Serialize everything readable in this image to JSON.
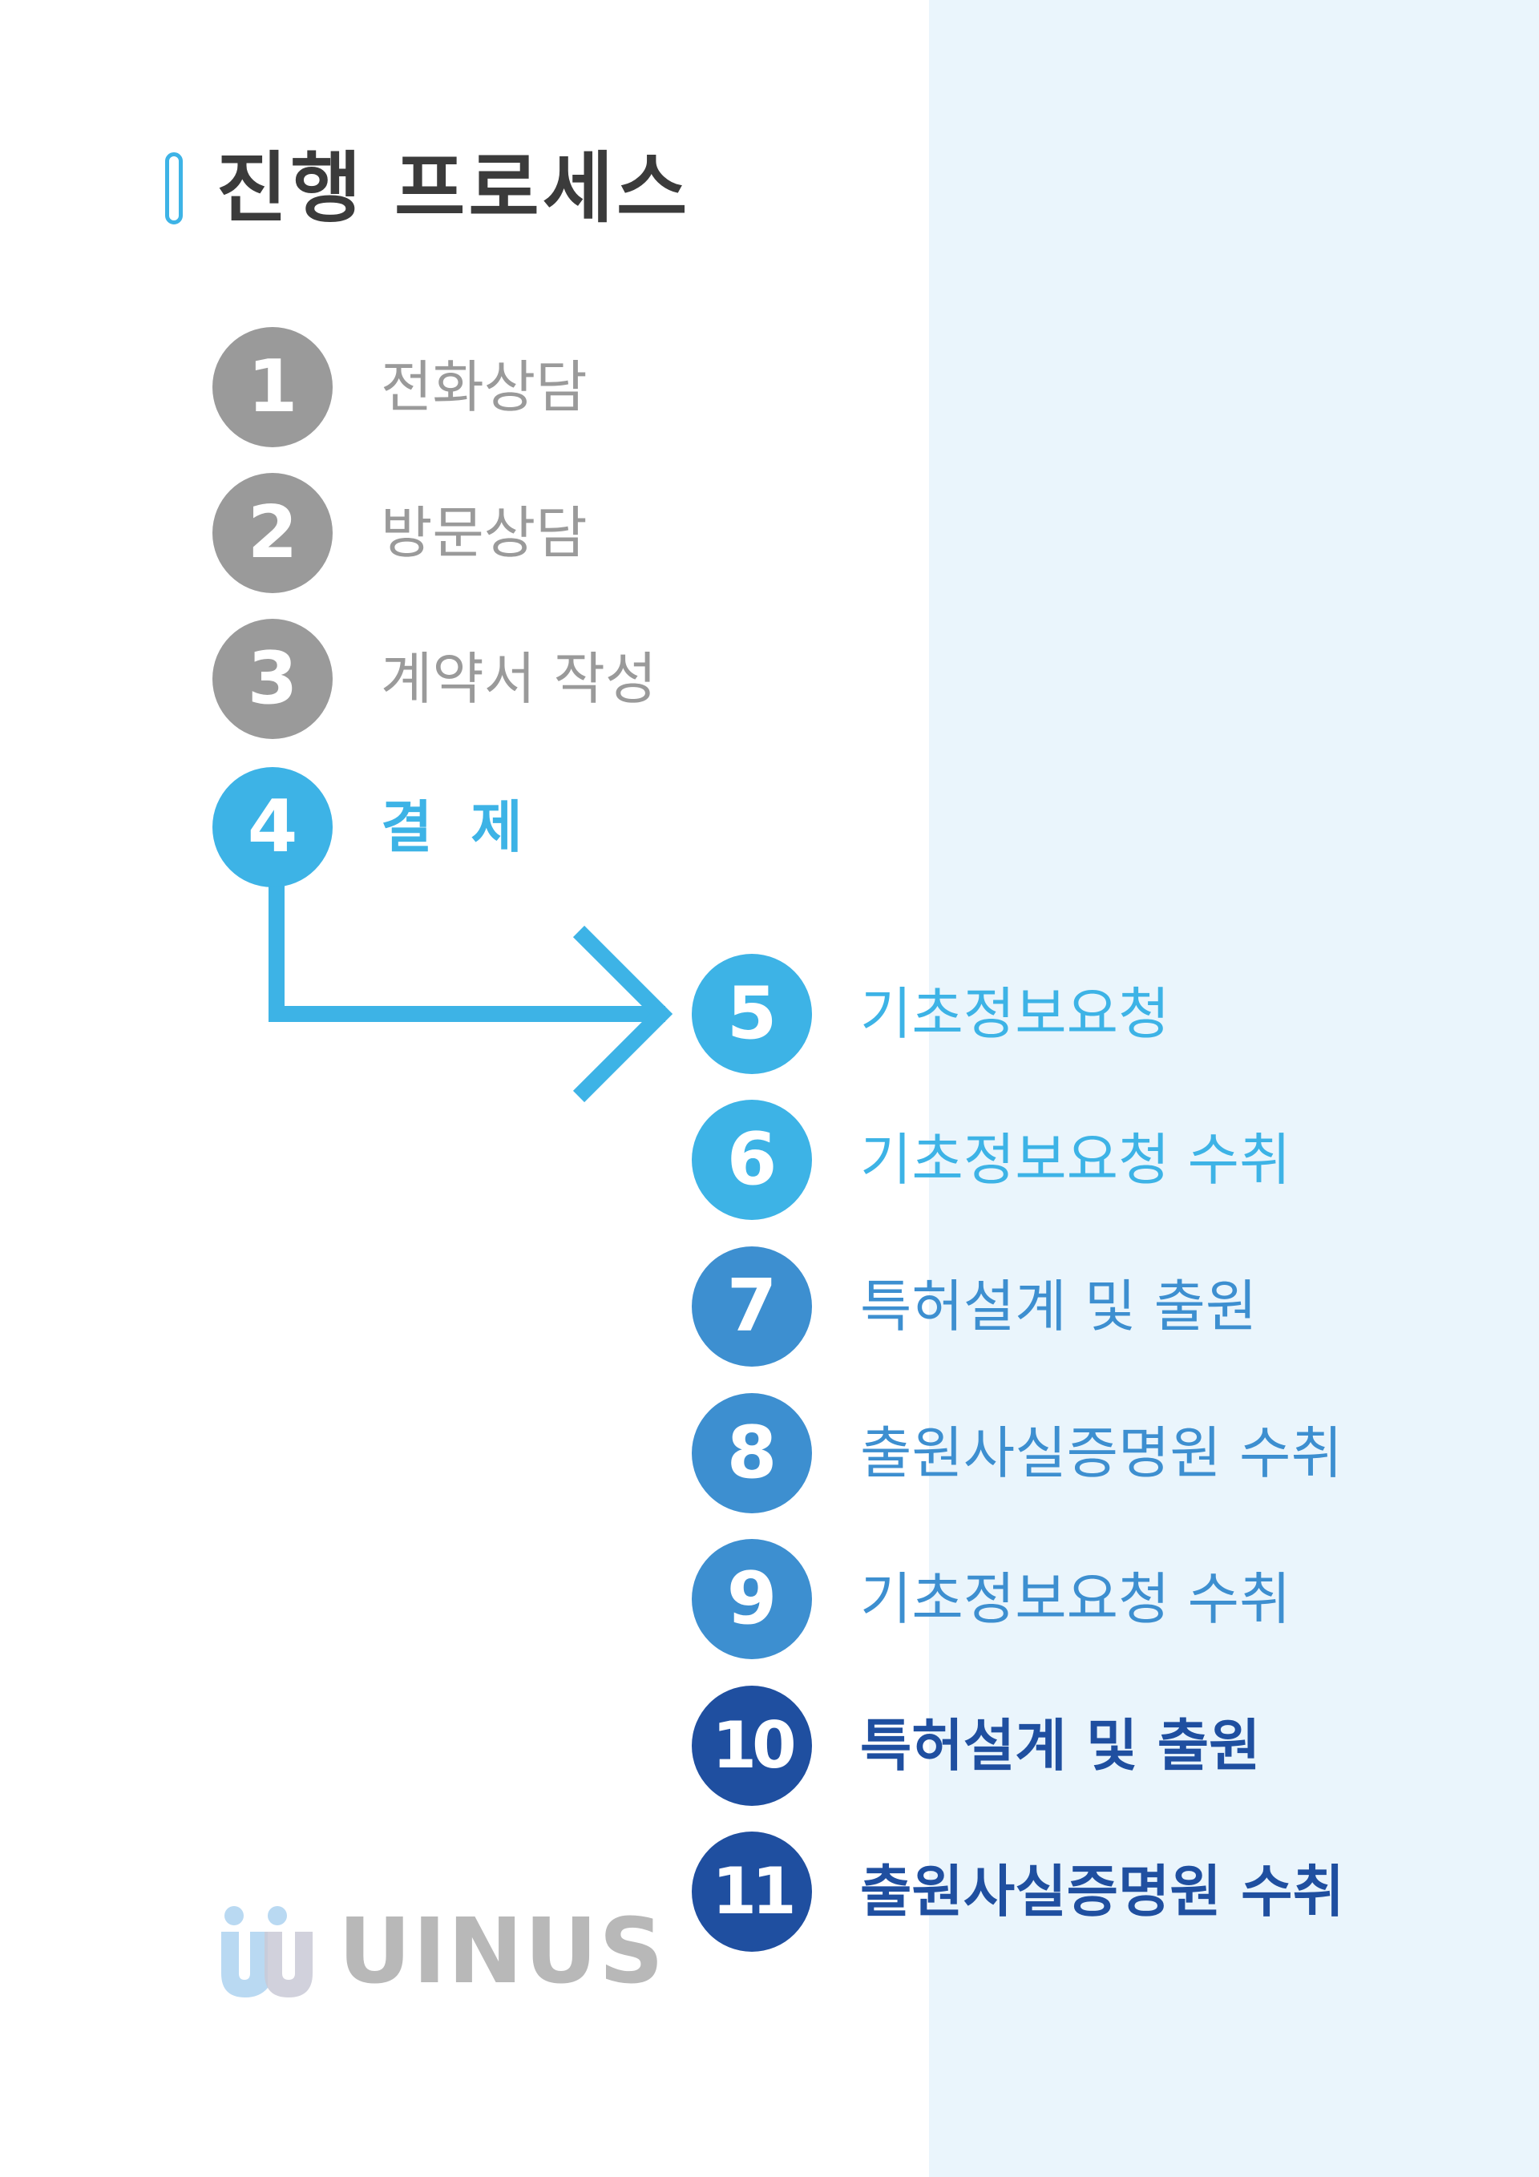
{
  "title": "진행 프로세스",
  "steps": [
    {
      "number": "1",
      "label": "전화상담",
      "circle_color": "#9a9a9a",
      "text_color": "#9a9a9a"
    },
    {
      "number": "2",
      "label": "방문상담",
      "circle_color": "#9a9a9a",
      "text_color": "#9a9a9a"
    },
    {
      "number": "3",
      "label": "계약서 작성",
      "circle_color": "#9a9a9a",
      "text_color": "#9a9a9a"
    },
    {
      "number": "4",
      "label": "결제",
      "circle_color": "#3db3e6",
      "text_color": "#3db3e6"
    },
    {
      "number": "5",
      "label": "기초정보요청",
      "circle_color": "#3db3e6",
      "text_color": "#3db3e6"
    },
    {
      "number": "6",
      "label": "기초정보요청 수취",
      "circle_color": "#3db3e6",
      "text_color": "#3db3e6"
    },
    {
      "number": "7",
      "label": "특허설계 및 출원",
      "circle_color": "#3d8fd0",
      "text_color": "#3d8fd0"
    },
    {
      "number": "8",
      "label": "출원사실증명원 수취",
      "circle_color": "#3d8fd0",
      "text_color": "#3d8fd0"
    },
    {
      "number": "9",
      "label": "기초정보요청 수취",
      "circle_color": "#3d8fd0",
      "text_color": "#3d8fd0"
    },
    {
      "number": "10",
      "label": "특허설계 및 출원",
      "circle_color": "#1f4fa0",
      "text_color": "#1f4fa0"
    },
    {
      "number": "11",
      "label": "출원사실증명원 수취",
      "circle_color": "#1f4fa0",
      "text_color": "#1f4fa0"
    }
  ],
  "arrow_color": "#3db3e6",
  "logo": {
    "text": "UINUS"
  }
}
